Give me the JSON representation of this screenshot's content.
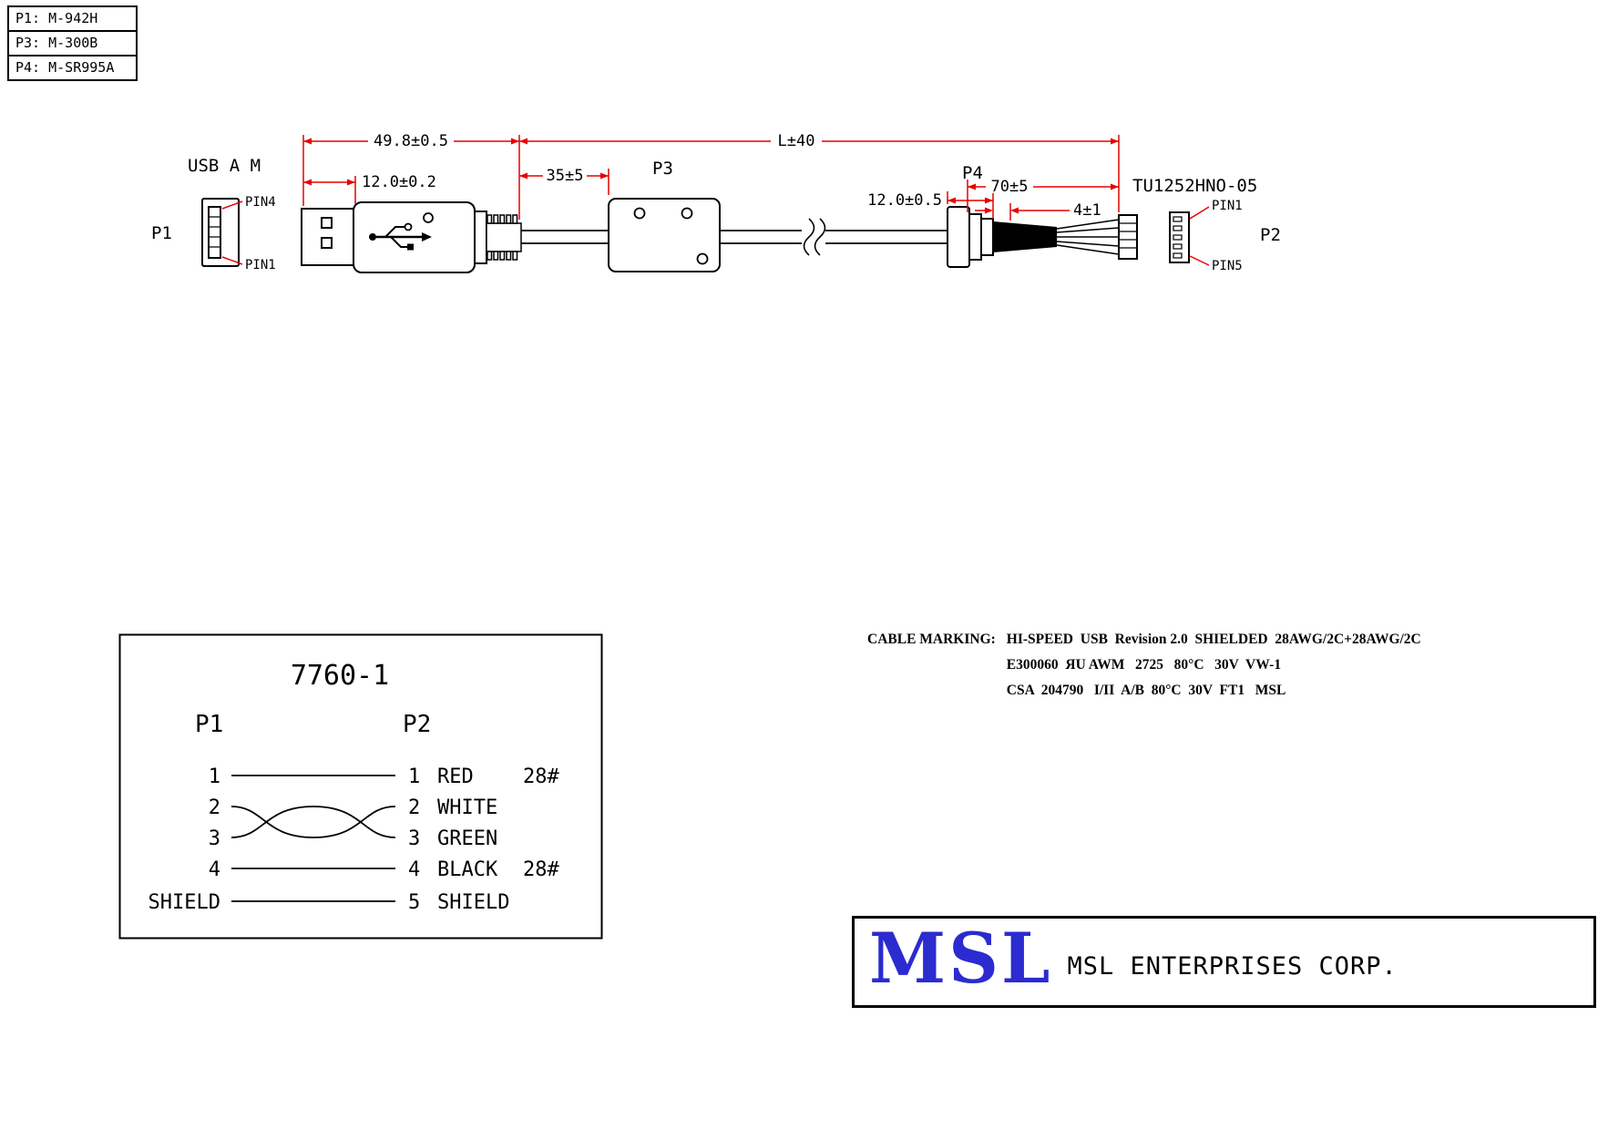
{
  "colors": {
    "dimension_red": "#e60000",
    "line_black": "#000000",
    "logo_blue": "#2b2bd0"
  },
  "part_table": {
    "rows": [
      "P1: M-942H",
      "P3: M-300B",
      "P4: M-SR995A"
    ]
  },
  "assembly": {
    "labels": {
      "usb_type": "USB A M",
      "p1": "P1",
      "p2": "P2",
      "p3": "P3",
      "p4": "P4",
      "p2_connector": "TU1252HNO-05"
    },
    "pins": {
      "p1_top": "PIN4",
      "p1_bottom": "PIN1",
      "p2_top": "PIN1",
      "p2_bottom": "PIN5"
    },
    "dimensions": {
      "connector_length": "49.8±0.5",
      "shell_length": "12.0±0.2",
      "relief_to_ferrite": "35±5",
      "cable_length": "L±40",
      "p4_mold_length": "12.0±0.5",
      "p4_to_connector": "70±5",
      "strip_length": "4±1"
    }
  },
  "wiring": {
    "part_number": "7760-1",
    "left_header": "P1",
    "right_header": "P2",
    "rows": [
      {
        "left": "1",
        "right": "1",
        "name": "RED",
        "gauge": "28#"
      },
      {
        "left": "2",
        "right": "2",
        "name": "WHITE",
        "gauge": ""
      },
      {
        "left": "3",
        "right": "3",
        "name": "GREEN",
        "gauge": ""
      },
      {
        "left": "4",
        "right": "4",
        "name": "BLACK",
        "gauge": "28#"
      },
      {
        "left": "SHIELD",
        "right": "5",
        "name": "SHIELD",
        "gauge": ""
      }
    ]
  },
  "cable_marking": {
    "label": "CABLE MARKING:",
    "lines": [
      "HI-SPEED  USB  Revision 2.0  SHIELDED  28AWG/2C+28AWG/2C",
      "E300060  ЯU AWM   2725   80°C   30V  VW-1",
      "CSA  204790   I/II  A/B  80°C  30V  FT1   MSL"
    ]
  },
  "title_block": {
    "logo": "MSL",
    "company": "MSL ENTERPRISES CORP."
  }
}
